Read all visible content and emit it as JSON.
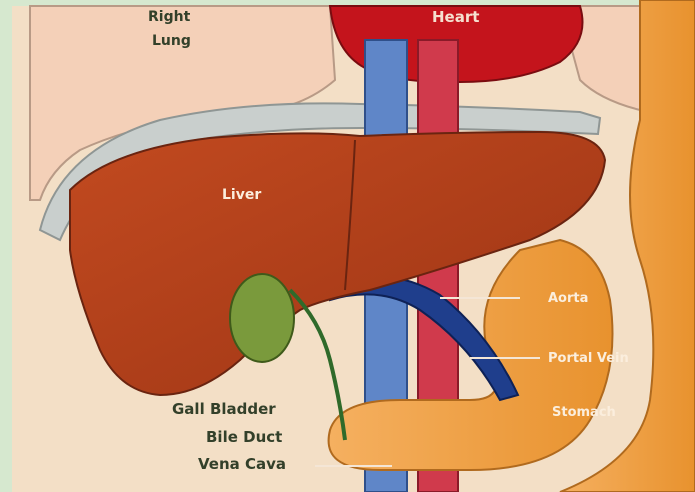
{
  "labels": {
    "right_lung": [
      "Right",
      "Lung"
    ],
    "heart": "Heart",
    "liver": "Liver",
    "aorta": "Aorta",
    "portal_vein": "Portal Vein",
    "stomach": "Stomach",
    "gall_bladder": "Gall Bladder",
    "bile_duct": "Bile Duct",
    "vena_cava": "Vena Cava"
  },
  "colors": {
    "background": "#f3dfc6",
    "lung": "#f4d0b8",
    "heart": "#c4141c",
    "liver": "#b8421c",
    "gall_bladder": "#7a9a3c",
    "vena_cava": "#5f86c8",
    "aorta": "#d03a4c",
    "portal_vein": "#1f3e8c",
    "stomach": "#f0a448",
    "diaphragm": "#c9cfcd"
  }
}
